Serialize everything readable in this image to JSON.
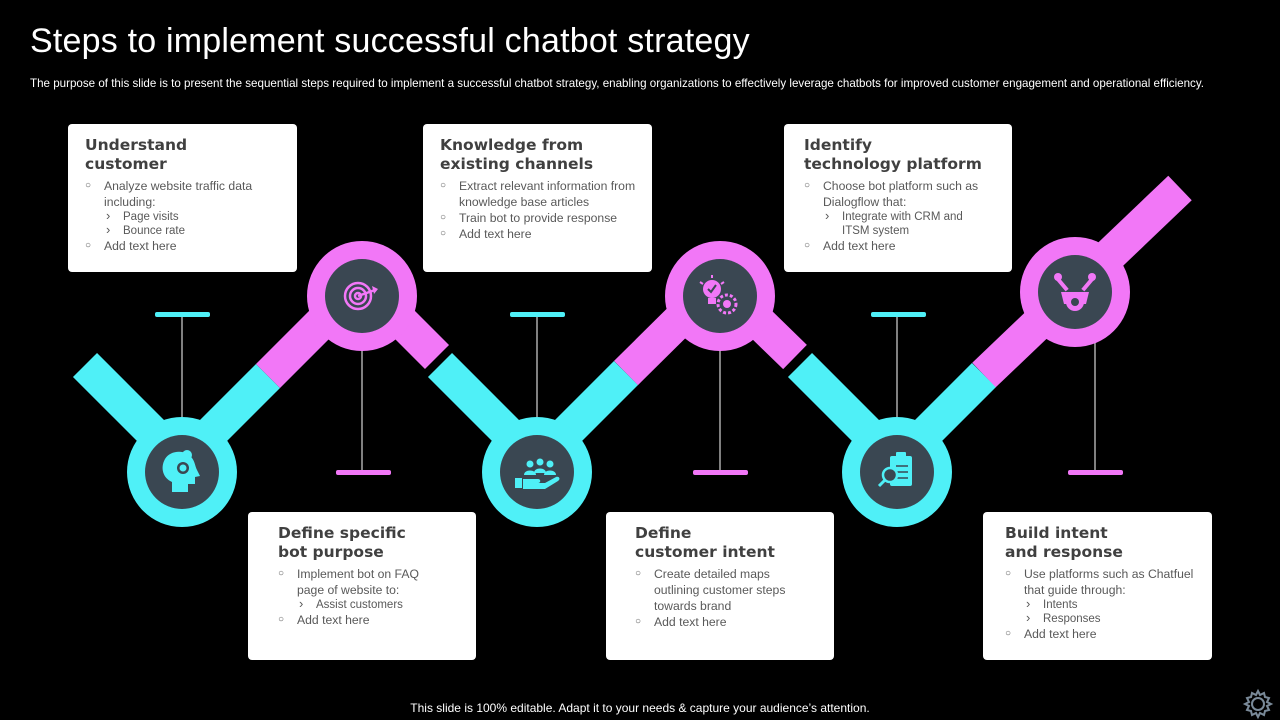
{
  "title": "Steps to implement successful chatbot strategy",
  "subtitle": "The purpose of this slide is to present the sequential steps required to implement a successful chatbot strategy, enabling organizations to effectively leverage chatbots for improved customer engagement and operational efficiency.",
  "footer": "This slide is 100% editable. Adapt it to your needs & capture your audience’s attention.",
  "colors": {
    "cyan": "#4FF0F7",
    "pink": "#F277F7",
    "dark_circle": "#3A4752",
    "background": "#000000",
    "card": "#FFFFFF"
  },
  "steps": [
    {
      "heading": [
        "Understand",
        "customer"
      ],
      "icon": "head-bulb-icon",
      "items": [
        {
          "text": "Analyze website traffic data including:",
          "sub": [
            "Page visits",
            "Bounce rate"
          ]
        },
        {
          "text": "Add text here",
          "sub": []
        }
      ]
    },
    {
      "heading": [
        "Define specific",
        "bot purpose"
      ],
      "icon": "target-icon",
      "items": [
        {
          "text": "Implement bot on FAQ page of website to:",
          "sub": [
            "Assist customers"
          ]
        },
        {
          "text": "Add text here",
          "sub": []
        }
      ]
    },
    {
      "heading": [
        "Knowledge from",
        "existing channels"
      ],
      "icon": "hand-people-icon",
      "items": [
        {
          "text": "Extract relevant information from knowledge base articles",
          "sub": []
        },
        {
          "text": "Train bot to provide response",
          "sub": []
        },
        {
          "text": "Add text here",
          "sub": []
        }
      ]
    },
    {
      "heading": [
        "Define",
        "customer intent"
      ],
      "icon": "bulb-gear-icon",
      "items": [
        {
          "text": "Create detailed maps outlining customer steps towards brand",
          "sub": []
        },
        {
          "text": "Add text here",
          "sub": []
        }
      ]
    },
    {
      "heading": [
        "Identify",
        "technology platform"
      ],
      "icon": "clipboard-search-icon",
      "items": [
        {
          "text": "Choose bot platform such as Dialogflow that:",
          "sub": [
            "Integrate with CRM and ITSM system"
          ]
        },
        {
          "text": "Add text here",
          "sub": []
        }
      ]
    },
    {
      "heading": [
        "Build intent",
        "and response"
      ],
      "icon": "tools-gear-icon",
      "items": [
        {
          "text": "Use platforms such as Chatfuel that guide through:",
          "sub": [
            "Intents",
            "Responses"
          ]
        },
        {
          "text": "Add text here",
          "sub": []
        }
      ]
    }
  ]
}
